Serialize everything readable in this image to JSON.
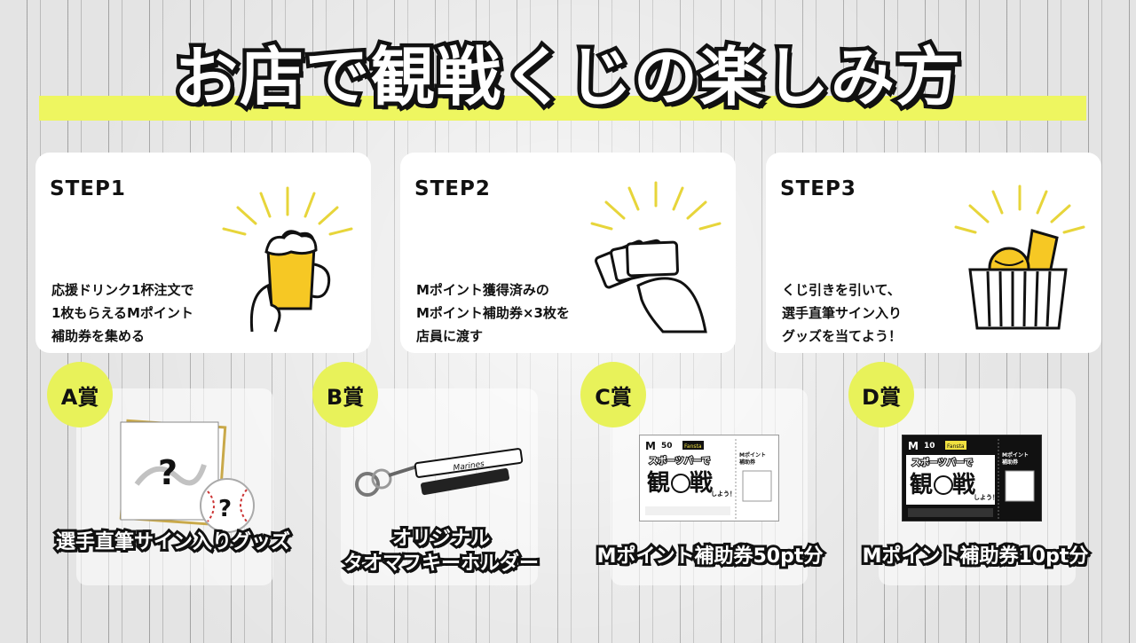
{
  "title": "お店で観戦くじの楽しみ方",
  "steps": [
    {
      "label": "STEP1",
      "description": "応援ドリンク1杯注文で\n1枚もらえるMポイント\n補助券を集める",
      "icon": "beer-icon"
    },
    {
      "label": "STEP2",
      "description": "Mポイント獲得済みの\nMポイント補助券×3枚を\n店員に渡す",
      "icon": "tickets-hand-icon"
    },
    {
      "label": "STEP3",
      "description": "くじ引きを引いて、\n選手直筆サイン入り\nグッズを当てよう！",
      "icon": "lottery-box-icon"
    }
  ],
  "prizes": [
    {
      "badge": "A賞",
      "name": "選手直筆サイン入りグッズ"
    },
    {
      "badge": "B賞",
      "name": "オリジナル\nタオマフキーホルダー"
    },
    {
      "badge": "C賞",
      "name": "Mポイント補助券50pt分",
      "ticket_pt": "50"
    },
    {
      "badge": "D賞",
      "name": "Mポイント補助券10pt分",
      "ticket_pt": "10"
    }
  ],
  "ticket": {
    "headline": "スポーツバーで",
    "kanji_1": "観",
    "kanji_2": "戦",
    "slogan": "しよう！",
    "side_label": "Mポイント\n補助券",
    "brand": "Fansta"
  },
  "colors": {
    "accent": "#e8f25a",
    "text": "#111111",
    "card": "#ffffff"
  }
}
